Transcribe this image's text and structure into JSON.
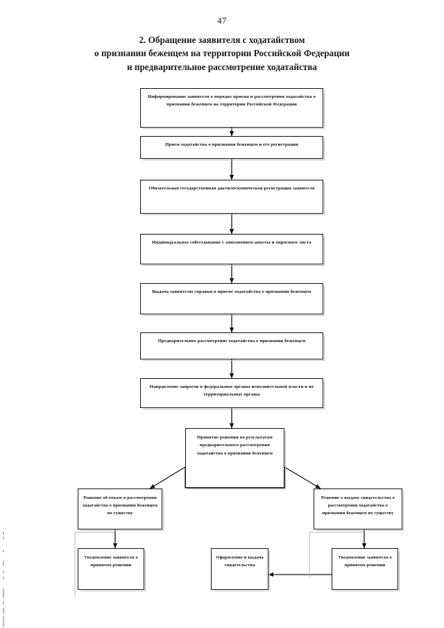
{
  "page": {
    "number": "47",
    "title_lines": [
      "2. Обращение заявителя с ходатайством",
      "о признании беженцем на территории Российской Федерации",
      "и предварительное рассмотрение ходатайства"
    ]
  },
  "chart_data": {
    "type": "diagram",
    "title": "2. Обращение заявителя с ходатайством о признании беженцем на территории Российской Федерации и предварительное рассмотрение ходатайства",
    "orientation": "top-to-bottom",
    "nodes": [
      {
        "id": "n1",
        "label": "Информирование заявителя о порядке приема и рассмотрения ходатайства о признании беженцем на территории Российской Федерации"
      },
      {
        "id": "n2",
        "label": "Прием ходатайства о признании беженцем и его регистрация"
      },
      {
        "id": "n3",
        "label": "Обязательная государственная дактилоскопическая регистрация заявителя"
      },
      {
        "id": "n4",
        "label": "Индивидуальное собеседование с заполнением анкеты и опросного листа"
      },
      {
        "id": "n5",
        "label": "Выдача заявителю справки в приеме ходатайства о признании беженцем"
      },
      {
        "id": "n6",
        "label": "Предварительное рассмотрение ходатайства о признании беженцем"
      },
      {
        "id": "n7",
        "label": "Направление запросов в федеральные органы исполнительной власти и их территориальные органы"
      },
      {
        "id": "n8",
        "label": "Принятие решения по результатам предварительного рассмотрения ходатайства о признании беженцем"
      },
      {
        "id": "n9",
        "label": "Решение об отказе в рассмотрении ходатайства о признании беженцем по существу"
      },
      {
        "id": "n10",
        "label": "Решение о выдаче свидетельства о рассмотрении ходатайства о признании беженцем по существу"
      },
      {
        "id": "n11",
        "label": "Уведомление заявителя о принятом решении"
      },
      {
        "id": "n12",
        "label": "Оформление и выдача свидетельства"
      },
      {
        "id": "n13",
        "label": "Уведомление заявителя о принятом решении"
      }
    ],
    "edges": [
      {
        "from": "n1",
        "to": "n2",
        "style": "vertical-arrow"
      },
      {
        "from": "n2",
        "to": "n3",
        "style": "vertical-arrow"
      },
      {
        "from": "n3",
        "to": "n4",
        "style": "vertical-arrow"
      },
      {
        "from": "n4",
        "to": "n5",
        "style": "vertical-arrow"
      },
      {
        "from": "n5",
        "to": "n6",
        "style": "vertical-arrow"
      },
      {
        "from": "n6",
        "to": "n7",
        "style": "vertical-arrow"
      },
      {
        "from": "n7",
        "to": "n8",
        "style": "vertical-arrow"
      },
      {
        "from": "n8",
        "to": "n9",
        "style": "diagonal-arrow-left"
      },
      {
        "from": "n8",
        "to": "n10",
        "style": "diagonal-arrow-right"
      },
      {
        "from": "n9",
        "to": "n11",
        "style": "vertical-arrow"
      },
      {
        "from": "n10",
        "to": "n13",
        "style": "vertical-arrow"
      },
      {
        "from": "n13",
        "to": "n12",
        "style": "horizontal-arrow-left"
      }
    ],
    "colors": {
      "stroke": "#101010",
      "fill": "#ffffff",
      "text": "#121212"
    }
  }
}
